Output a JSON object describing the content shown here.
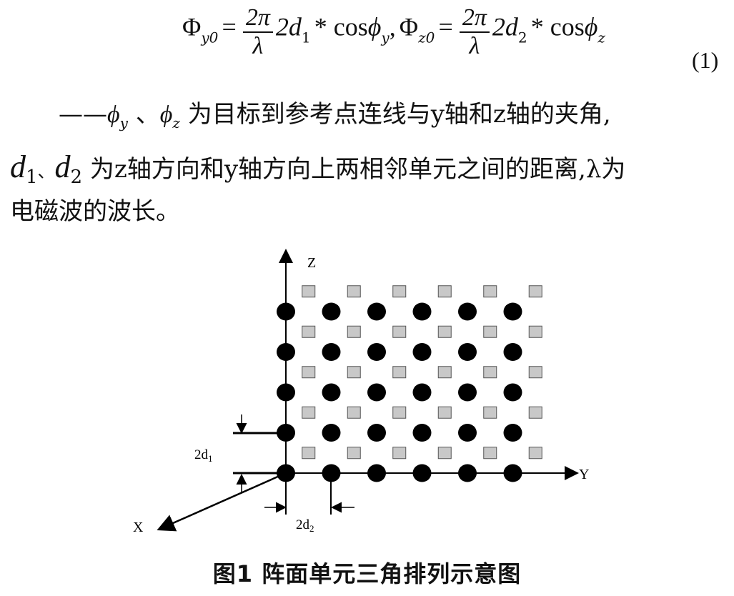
{
  "equation": {
    "phi": "Φ",
    "sub_y0": "y0",
    "sub_z0": "z0",
    "equals": "=",
    "frac_num": "2π",
    "frac_den": "λ",
    "two_d": "2d",
    "d1_sub": "1",
    "d2_sub": "2",
    "times_cos": "* cos",
    "phi_small": "ϕ",
    "sub_y": "y",
    "sub_z": "z",
    "comma": ",",
    "number": "(1)"
  },
  "text": {
    "dash": "——",
    "phi": "ϕ",
    "sub_y": "y",
    "sub_z": "z",
    "sep": "、",
    "line1_rest": "为目标到参考点连线与y轴和z轴的夹角,",
    "d": "d",
    "one": "1",
    "two": "2",
    "line2_rest": "为z轴方向和y轴方向上两相邻单元之间的距离,λ为",
    "line3": "电磁波的波长。"
  },
  "diagram": {
    "label_z": "Z",
    "label_y": "Y",
    "label_x": "X",
    "label_2d1": "2d",
    "label_2d1_sub": "1",
    "label_2d2": "2d",
    "label_2d2_sub": "2",
    "circle_color": "#000000",
    "square_fill": "#c8c8c8",
    "square_stroke": "#555555",
    "rows": 5,
    "cols": 6
  },
  "caption": "图1  阵面单元三角排列示意图"
}
